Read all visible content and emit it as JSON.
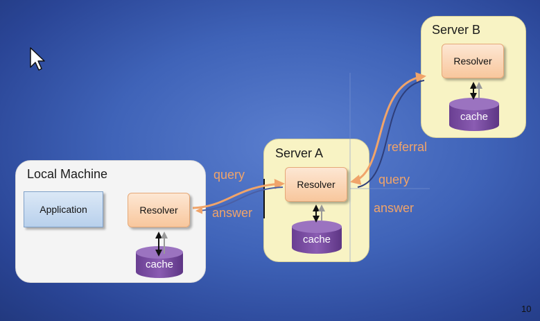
{
  "local_machine": {
    "title": "Local Machine",
    "application_label": "Application",
    "resolver_label": "Resolver",
    "cache_label": "cache"
  },
  "server_a": {
    "title": "Server A",
    "resolver_label": "Resolver",
    "cache_label": "cache"
  },
  "server_b": {
    "title": "Server B",
    "resolver_label": "Resolver",
    "cache_label": "cache"
  },
  "flow_labels": {
    "local_query": "query",
    "local_answer": "answer",
    "remote_query": "query",
    "remote_answer": "answer",
    "referral": "referral"
  },
  "slide_number": "10",
  "colors": {
    "arrow_orange": "#f0a46a",
    "cache_purple": "#7a4fa0",
    "server_fill": "#f8f3c4",
    "local_fill": "#f4f4f4"
  },
  "icons": {
    "cursor": "mouse-pointer-icon"
  }
}
